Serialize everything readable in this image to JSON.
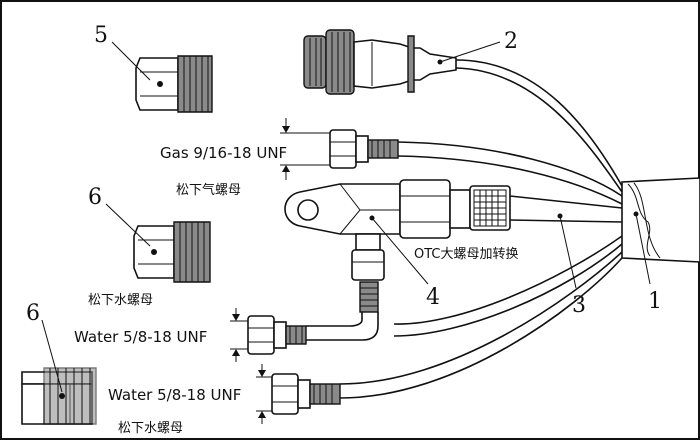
{
  "callouts": {
    "c1": "1",
    "c2": "2",
    "c3": "3",
    "c4": "4",
    "c5": "5",
    "c6a": "6",
    "c6b": "6"
  },
  "labels": {
    "gas_spec": "Gas 9/16-18 UNF",
    "gas_cn": "松下气螺母",
    "otc_cn": "OTC大螺母加转换",
    "water1_cn": "松下水螺母",
    "water1_spec": "Water 5/8-18 UNF",
    "water2_spec": "Water 5/8-18 UNF",
    "water2_cn": "松下水螺母"
  }
}
